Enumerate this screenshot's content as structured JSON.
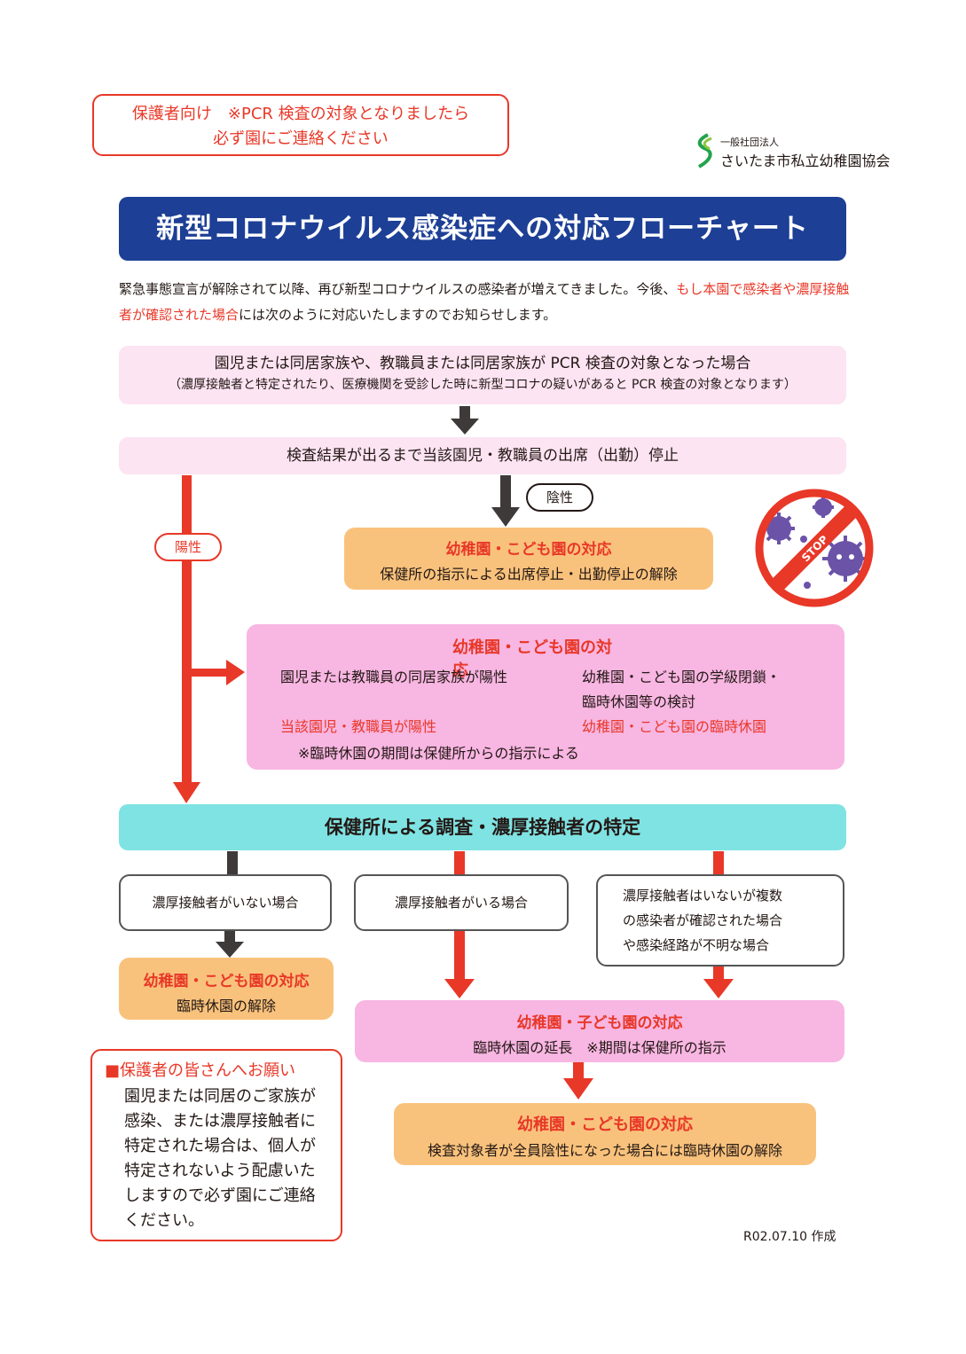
{
  "notice": {
    "line1": "保護者向け　※PCR 検査の対象となりましたら",
    "line2": "必ず園にご連絡ください"
  },
  "org": {
    "type": "一般社団法人",
    "name": "さいたま市私立幼稚園協会"
  },
  "title": "新型コロナウイルス感染症への対応フローチャート",
  "intro": {
    "part1": "緊急事態宣言が解除されて以降、再び新型コロナウイルスの感染者が増えてきました。今後、",
    "part2_red": "もし本園で感染者や濃厚接触者が確認された場合",
    "part3": "には次のように対応いたしますのでお知らせします。"
  },
  "step1": {
    "line1": "園児または同居家族や、教職員または同居家族が PCR 検査の対象となった場合",
    "line2": "（濃厚接触者と特定されたり、医療機関を受診した時に新型コロナの疑いがあると PCR 検査の対象となります）"
  },
  "step2": "検査結果が出るまで当該園児・教職員の出席（出勤）停止",
  "negative_label": "陰性",
  "positive_label": "陽性",
  "negative_response": {
    "title": "幼稚園・こども園の対応",
    "text": "保健所の指示による出席停止・出勤停止の解除"
  },
  "positive_response": {
    "title": "幼稚園・こども園の対応",
    "row1_left": "園児または教職員の同居家族が陽性",
    "row1_right_line1": "幼稚園・こども園の学級閉鎖・",
    "row1_right_line2": "臨時休園等の検討",
    "row2_left": "当該園児・教職員が陽性",
    "row2_right": "幼稚園・こども園の臨時休園",
    "note": "※臨時休園の期間は保健所からの指示による"
  },
  "investigation": "保健所による調査・濃厚接触者の特定",
  "case_none": "濃厚接触者がいない場合",
  "case_exists": "濃厚接触者がいる場合",
  "case_multiple": {
    "line1": "濃厚接触者はいないが複数",
    "line2": "の感染者が確認された場合",
    "line3": "や感染経路が不明な場合"
  },
  "response_none": {
    "title": "幼稚園・こども園の対応",
    "text": "臨時休園の解除"
  },
  "response_extend": {
    "title": "幼稚園・子ども園の対応",
    "text": "臨時休園の延長　※期間は保健所の指示"
  },
  "response_final": {
    "title": "幼稚園・こども園の対応",
    "text": "検査対象者が全員陰性になった場合には臨時休園の解除"
  },
  "request": {
    "title": "■保護者の皆さんへお願い",
    "lines": [
      "園児または同居のご家族が",
      "感染、または濃厚接触者に",
      "特定された場合は、個人が",
      "特定されないよう配慮いた",
      "しますので必ず園にご連絡",
      "ください。"
    ]
  },
  "footer": "R02.07.10 作成",
  "stop_badge": "STOP",
  "colors": {
    "title_bg": "#1d3f95",
    "red": "#e83828",
    "pink_light": "#fce4f2",
    "pink": "#f8b6e2",
    "orange": "#f9c27c",
    "teal": "#7fe3e3",
    "dark_arrow": "#3e3a39"
  }
}
